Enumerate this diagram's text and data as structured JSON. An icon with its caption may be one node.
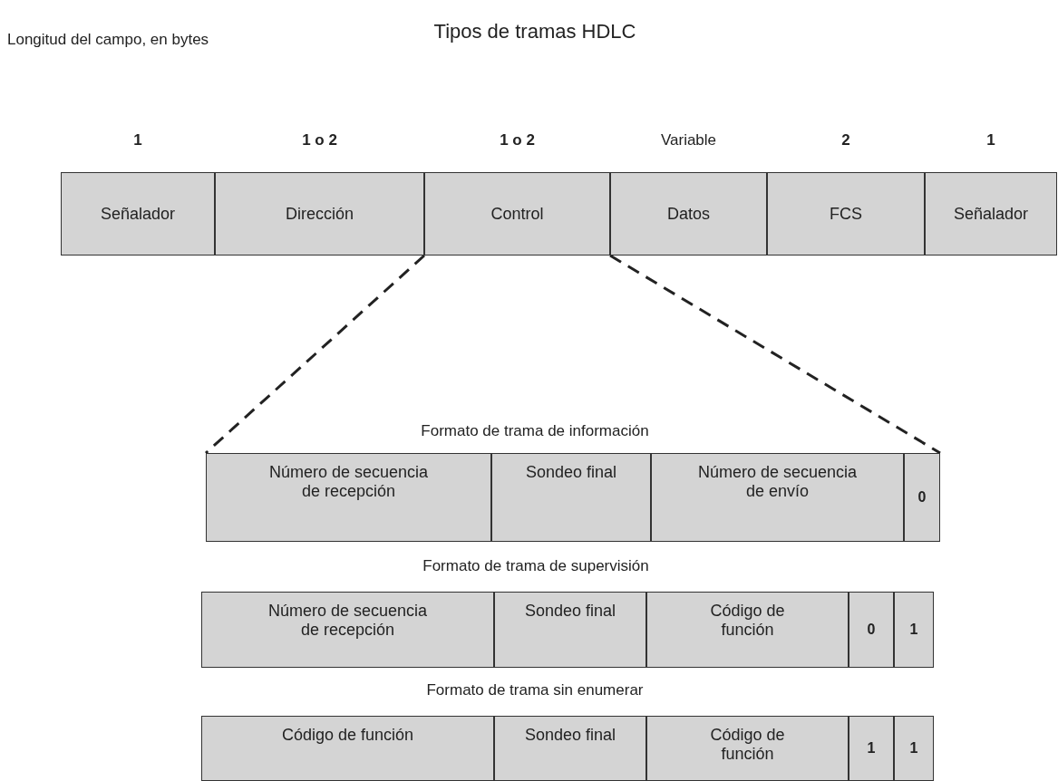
{
  "diagram": {
    "title": "Tipos de tramas HDLC",
    "nodes": [
      {
        "text": [
          "Señalador"
        ],
        "beside": [
          "1"
        ]
      },
      {
        "text": [
          "Dirección"
        ],
        "beside": [
          "1 o 2"
        ]
      },
      {
        "text": [
          "Control"
        ],
        "beside": [
          "1 o 2"
        ]
      },
      {
        "text": [
          "Datos"
        ],
        "beside": [
          "Variable"
        ]
      },
      {
        "text": [
          "FCS"
        ],
        "beside": [
          "2"
        ]
      },
      {
        "text": [
          "Señalador"
        ],
        "beside": [
          "1"
        ]
      },
      {
        "text": [
          "Número de secuencia de recepción"
        ]
      },
      {
        "text": [
          "Sondeo final"
        ]
      },
      {
        "text": [
          "Número de secuencia de envío"
        ]
      },
      {
        "text": [
          "0"
        ]
      },
      {
        "text": [
          "Número de secuencia de recepción"
        ]
      },
      {
        "text": [
          "Sondeo final"
        ]
      },
      {
        "text": [
          "Código de función"
        ]
      },
      {
        "text": [
          "0"
        ]
      },
      {
        "text": [
          "1"
        ]
      },
      {
        "text": [
          "Código de función"
        ]
      },
      {
        "text": [
          "Sondeo final"
        ]
      },
      {
        "text": [
          "Código de función"
        ]
      },
      {
        "text": [
          "1"
        ]
      },
      {
        "text": [
          "1"
        ]
      }
    ],
    "edges": [
      {
        "from": 2,
        "to": 6,
        "arrow": "none",
        "style": "dashed"
      },
      {
        "from": 2,
        "to": 9,
        "arrow": "none",
        "style": "dashed"
      }
    ],
    "labels": [
      "Longitud del campo, en bytes",
      "Formato de trama de información",
      "Formato de trama de supervisión",
      "Formato de trama sin enumerar"
    ]
  }
}
